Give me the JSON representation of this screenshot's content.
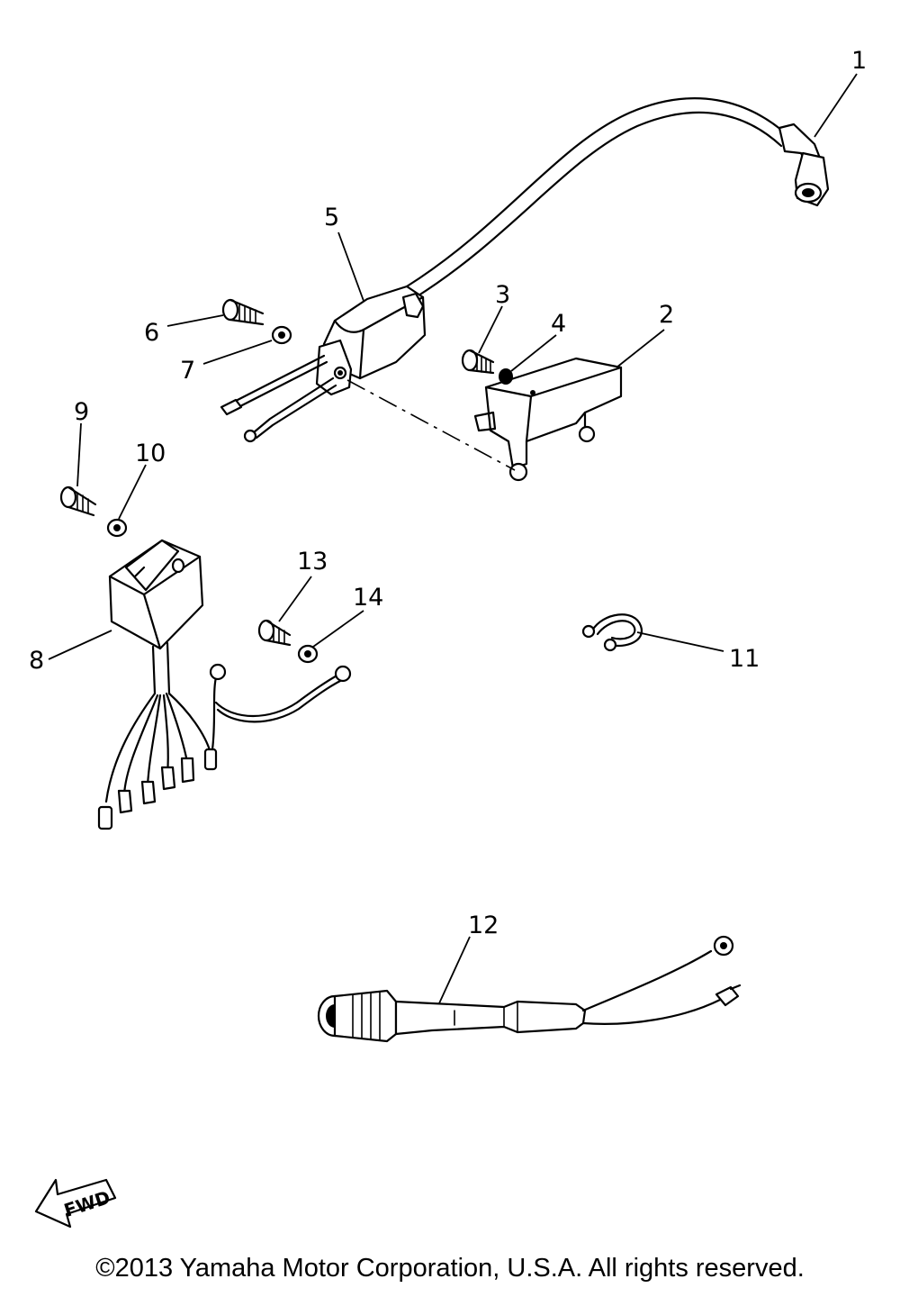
{
  "callouts": {
    "p1": "1",
    "p2": "2",
    "p3": "3",
    "p4": "4",
    "p5": "5",
    "p6": "6",
    "p7": "7",
    "p8": "8",
    "p9": "9",
    "p10": "10",
    "p11": "11",
    "p12": "12",
    "p13": "13",
    "p14": "14"
  },
  "direction_marker": {
    "label": "FWD"
  },
  "copyright": "©2013 Yamaha Motor Corporation, U.S.A. All rights reserved."
}
